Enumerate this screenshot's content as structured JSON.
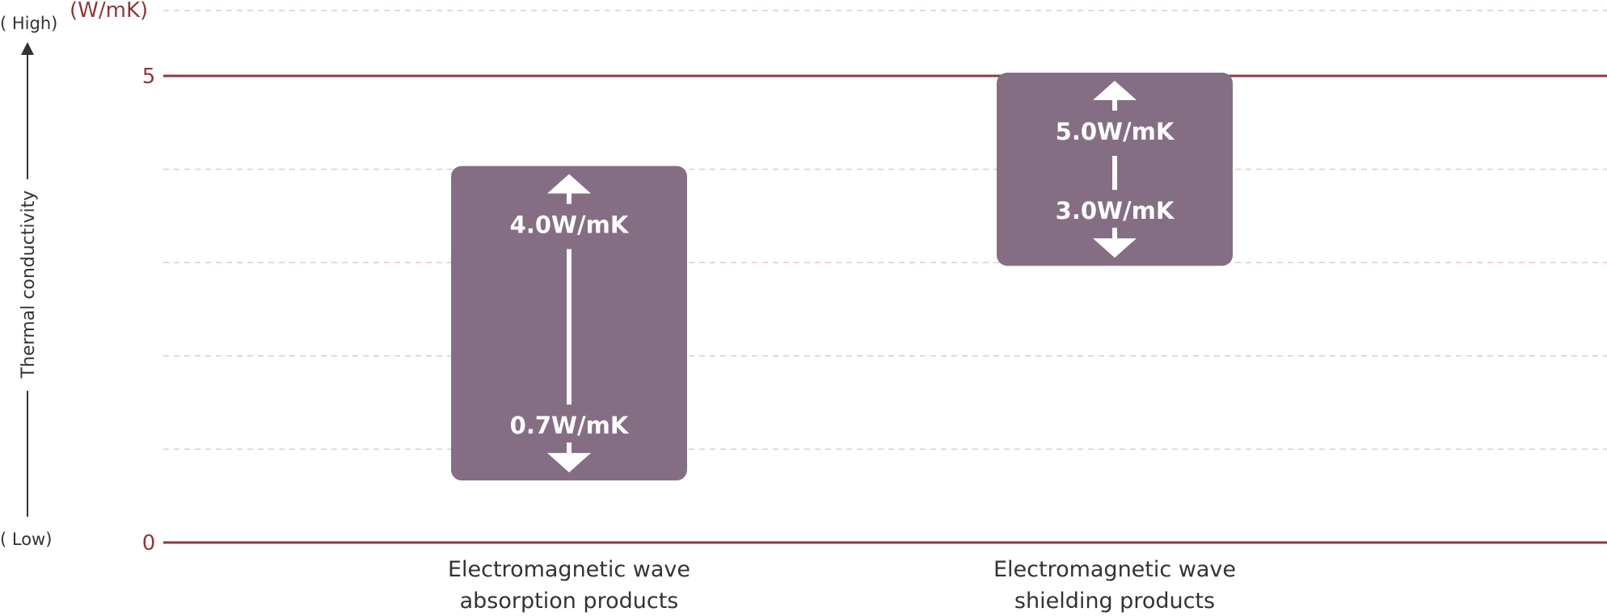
{
  "chart_data": {
    "type": "range-bar",
    "unit": "(W/mK)",
    "ylabel": "Thermal conductivity",
    "y_high_label": "( High)",
    "y_low_label": "( Low)",
    "ylim": [
      0,
      5.7
    ],
    "y_ticks": [
      0,
      5
    ],
    "y_tick_labels": [
      "0",
      "5"
    ],
    "grid_dashed_values": [
      1,
      2,
      3,
      4,
      5.7
    ],
    "categories": [
      [
        "Electromagnetic wave",
        "absorption products"
      ],
      [
        "Electromagnetic wave",
        "shielding products"
      ]
    ],
    "ranges": [
      {
        "low": 0.7,
        "high": 4.0,
        "low_label": "0.7W/mK",
        "high_label": "4.0W/mK"
      },
      {
        "low": 3.0,
        "high": 5.0,
        "low_label": "3.0W/mK",
        "high_label": "5.0W/mK"
      }
    ],
    "colors": {
      "box": "#856e84",
      "axis": "#8b3a3a",
      "grid": "#e6c9cc",
      "text_dark": "#333333",
      "text_light": "#ffffff"
    }
  }
}
